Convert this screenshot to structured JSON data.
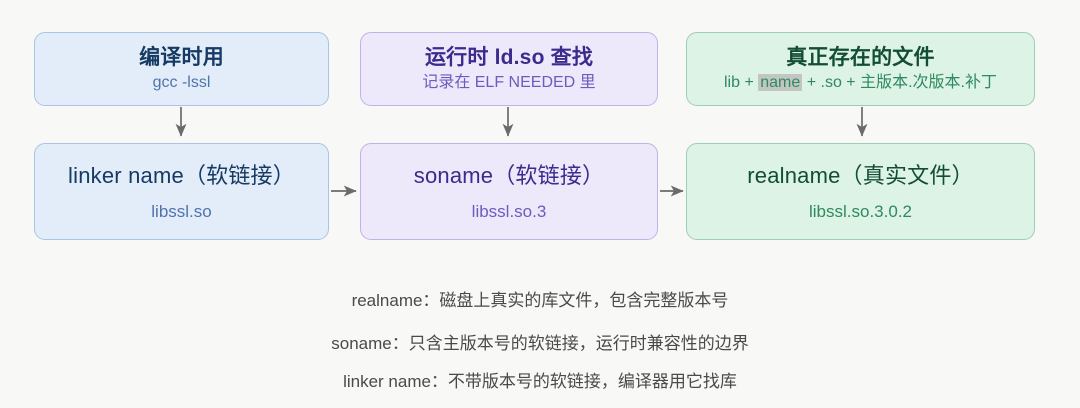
{
  "page": {
    "background_color": "#f8f8f6"
  },
  "diagram": {
    "type": "flow-diagram",
    "columns": [
      {
        "key": "linker-name",
        "accent_color": "#a9c4e6",
        "fill_color": "#e3edfa",
        "top": {
          "title": "编译时用",
          "subtitle": "gcc -lssl"
        },
        "bottom": {
          "title": "linker name（软链接）",
          "subtitle": "libssl.so"
        }
      },
      {
        "key": "soname",
        "accent_color": "#c3b1e8",
        "fill_color": "#eee8fb",
        "top": {
          "title": "运行时 ld.so 查找",
          "subtitle": "记录在 ELF NEEDED 里"
        },
        "bottom": {
          "title": "soname（软链接）",
          "subtitle": "libssl.so.3"
        }
      },
      {
        "key": "realname",
        "accent_color": "#9dcfb3",
        "fill_color": "#dcf3e5",
        "top": {
          "title": "真正存在的文件",
          "subtitle_parts": {
            "before": "lib + ",
            "highlight": "name",
            "after": " + .so + 主版本.次版本.补丁"
          },
          "subtitle_highlight_color": "#c2c6c2"
        },
        "bottom": {
          "title": "realname（真实文件）",
          "subtitle": "libssl.so.3.0.2"
        }
      }
    ],
    "arrows": {
      "color": "#6b6b6b",
      "vertical_count": 3,
      "horizontal_count": 2
    }
  },
  "captions": {
    "lines": [
      "realname：磁盘上真实的库文件，包含完整版本号",
      "soname：只含主版本号的软链接，运行时兼容性的边界",
      "linker name：不带版本号的软链接，编译器用它找库"
    ]
  }
}
